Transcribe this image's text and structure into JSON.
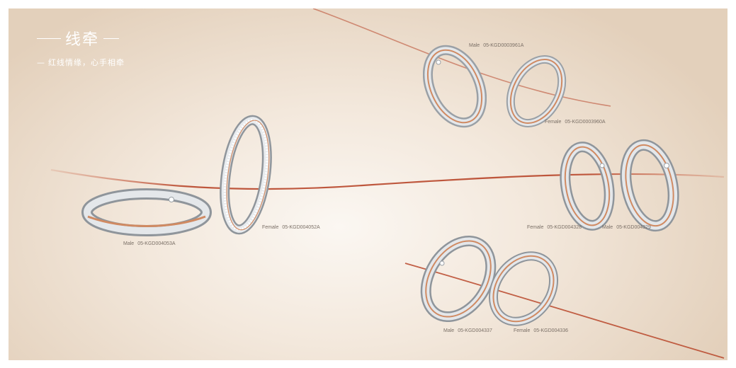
{
  "brand": {
    "title": "线牵",
    "dash": "—",
    "subtitle": "红线情缘，心手相牵"
  },
  "products": [
    {
      "gender": "Male",
      "code": "05-KGD0003961A"
    },
    {
      "gender": "Female",
      "code": "05-KGD0003960A"
    },
    {
      "gender": "Female",
      "code": "05-KGD004052A"
    },
    {
      "gender": "Male",
      "code": "05-KGD004053A"
    },
    {
      "gender": "Female",
      "code": "05-KGD004328"
    },
    {
      "gender": "Male",
      "code": "05-KGD004329"
    },
    {
      "gender": "Male",
      "code": "05-KGD004337"
    },
    {
      "gender": "Female",
      "code": "05-KGD004336"
    }
  ],
  "colors": {
    "thread": "#b8462a",
    "background": "#f3e8dc",
    "silver": "#dcdfe3",
    "rose_gold": "#d08a62"
  }
}
